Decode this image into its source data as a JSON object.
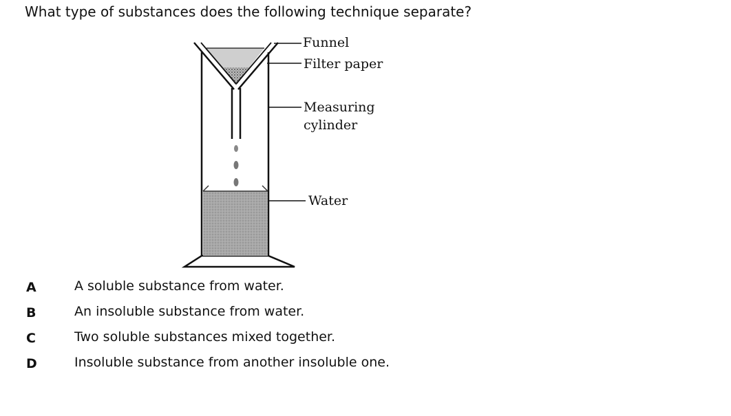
{
  "question": "What type of substances does the following technique separate?",
  "diagram": {
    "labels": {
      "funnel": "Funnel",
      "filter_paper": "Filter paper",
      "measuring_line1": "Measuring",
      "measuring_line2": "cylinder",
      "water": "Water"
    }
  },
  "options": [
    {
      "letter": "A",
      "text": "A soluble substance from water."
    },
    {
      "letter": "B",
      "text": "An insoluble substance from water."
    },
    {
      "letter": "C",
      "text": "Two soluble substances mixed together."
    },
    {
      "letter": "D",
      "text": "Insoluble substance from another insoluble one."
    }
  ]
}
